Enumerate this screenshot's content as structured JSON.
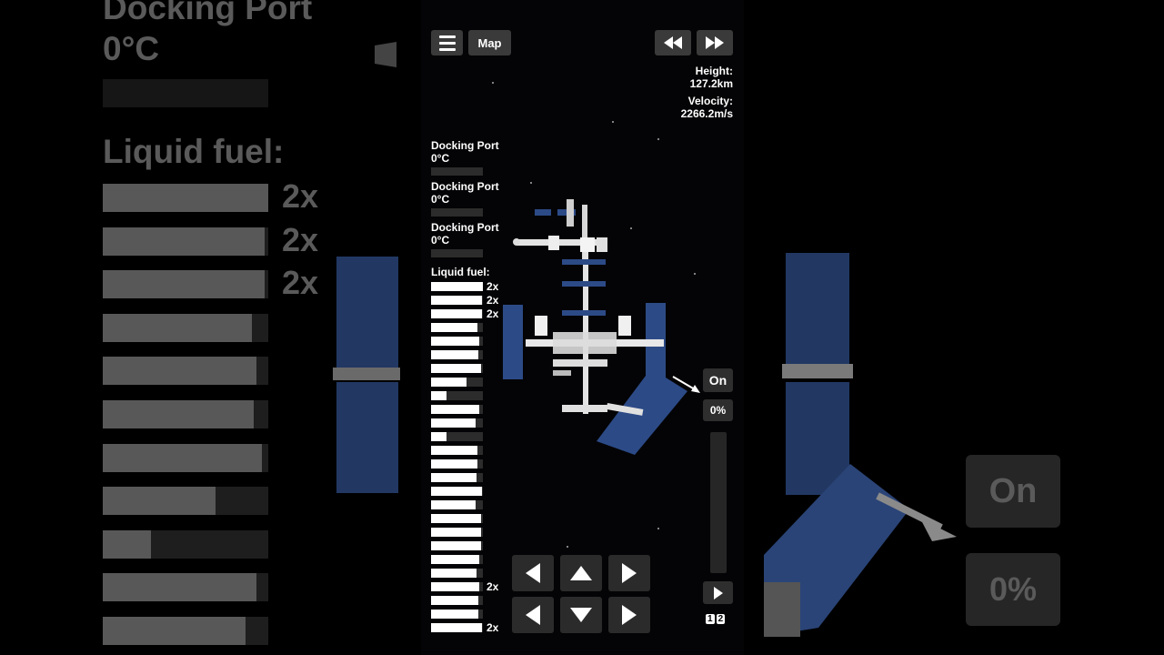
{
  "top_bar": {
    "map_label": "Map"
  },
  "telemetry": {
    "height_label": "Height:",
    "height_value": "127.2km",
    "velocity_label": "Velocity:",
    "velocity_value": "2266.2m/s"
  },
  "parts": [
    {
      "title": "Docking Port",
      "temperature": "0°C"
    },
    {
      "title": "Docking Port",
      "temperature": "0°C"
    },
    {
      "title": "Docking Port",
      "temperature": "0°C"
    }
  ],
  "fuel": {
    "label": "Liquid fuel:",
    "tanks": [
      {
        "level": 1.0,
        "multiplier": "2x"
      },
      {
        "level": 0.98,
        "multiplier": "2x"
      },
      {
        "level": 0.98,
        "multiplier": "2x"
      },
      {
        "level": 0.9,
        "multiplier": ""
      },
      {
        "level": 0.93,
        "multiplier": ""
      },
      {
        "level": 0.91,
        "multiplier": ""
      },
      {
        "level": 0.96,
        "multiplier": ""
      },
      {
        "level": 0.68,
        "multiplier": ""
      },
      {
        "level": 0.29,
        "multiplier": ""
      },
      {
        "level": 0.93,
        "multiplier": ""
      },
      {
        "level": 0.86,
        "multiplier": ""
      },
      {
        "level": 0.29,
        "multiplier": ""
      },
      {
        "level": 0.89,
        "multiplier": ""
      },
      {
        "level": 0.89,
        "multiplier": ""
      },
      {
        "level": 0.88,
        "multiplier": ""
      },
      {
        "level": 0.98,
        "multiplier": ""
      },
      {
        "level": 0.86,
        "multiplier": ""
      },
      {
        "level": 0.96,
        "multiplier": ""
      },
      {
        "level": 0.96,
        "multiplier": ""
      },
      {
        "level": 0.96,
        "multiplier": ""
      },
      {
        "level": 0.93,
        "multiplier": ""
      },
      {
        "level": 0.88,
        "multiplier": ""
      },
      {
        "level": 0.93,
        "multiplier": "2x"
      },
      {
        "level": 0.91,
        "multiplier": ""
      },
      {
        "level": 0.91,
        "multiplier": ""
      },
      {
        "level": 0.98,
        "multiplier": "2x"
      }
    ]
  },
  "controls": {
    "engine_toggle": "On",
    "throttle_percent": "0%",
    "throttle_level": 0,
    "stage_labels": [
      "1",
      "2"
    ]
  },
  "blurred_background": {
    "left_title": "Docking Port",
    "left_temperature": "0°C",
    "left_fuel_label": "Liquid fuel:",
    "left_multipliers": [
      "2x",
      "2x",
      "2x"
    ],
    "right_toggle": "On",
    "right_percent": "0%"
  },
  "colors": {
    "background": "#000000",
    "button": "#3a3a3a",
    "solar_panel": "#2c4a86",
    "station_body": "#e8e8e8"
  },
  "icons": [
    "menu-icon",
    "rewind-icon",
    "fast-forward-icon",
    "rotate-left-icon",
    "rotate-right-icon",
    "arrow-up-icon",
    "arrow-down-icon",
    "play-icon"
  ]
}
